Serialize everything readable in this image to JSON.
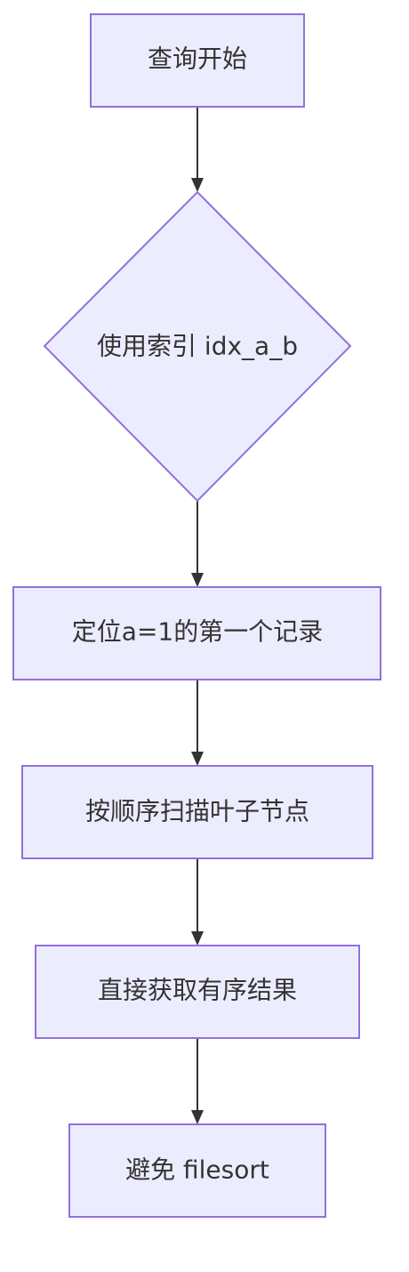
{
  "flowchart": {
    "nodes": [
      {
        "id": "start",
        "shape": "rect",
        "label": "查询开始"
      },
      {
        "id": "use-index",
        "shape": "diamond",
        "label": "使用索引 idx_a_b"
      },
      {
        "id": "locate",
        "shape": "rect",
        "label": "定位a=1的第一个记录"
      },
      {
        "id": "scan",
        "shape": "rect",
        "label": "按顺序扫描叶子节点"
      },
      {
        "id": "fetch",
        "shape": "rect",
        "label": "直接获取有序结果"
      },
      {
        "id": "avoid",
        "shape": "rect",
        "label": "避免 filesort"
      }
    ],
    "edges": [
      {
        "from": "start",
        "to": "use-index"
      },
      {
        "from": "use-index",
        "to": "locate"
      },
      {
        "from": "locate",
        "to": "scan"
      },
      {
        "from": "scan",
        "to": "fetch"
      },
      {
        "from": "fetch",
        "to": "avoid"
      }
    ],
    "colors": {
      "node_fill": "#ECECFF",
      "node_stroke": "#9370DB",
      "edge": "#333333",
      "text": "#333333"
    }
  }
}
